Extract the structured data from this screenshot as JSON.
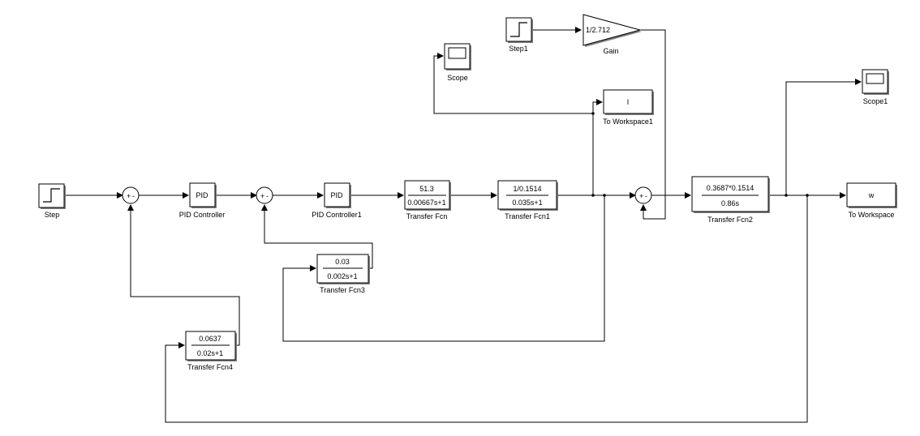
{
  "blocks": {
    "step": {
      "label": "Step"
    },
    "step1": {
      "label": "Step1"
    },
    "gain": {
      "label": "Gain",
      "value": "1/2.712"
    },
    "scope": {
      "label": "Scope"
    },
    "scope1": {
      "label": "Scope1"
    },
    "to_workspace1": {
      "label": "To Workspace1",
      "variable": "I"
    },
    "to_workspace": {
      "label": "To Workspace",
      "variable": "w"
    },
    "pid_controller": {
      "label": "PID Controller",
      "text": "PID"
    },
    "pid_controller1": {
      "label": "PID Controller1",
      "text": "PID"
    },
    "transfer_fcn": {
      "label": "Transfer Fcn",
      "num": "51.3",
      "den": "0.00667s+1"
    },
    "transfer_fcn1": {
      "label": "Transfer Fcn1",
      "num": "1/0.1514",
      "den": "0.035s+1"
    },
    "transfer_fcn2": {
      "label": "Transfer Fcn2",
      "num": "0.3687*0.1514",
      "den": "0.86s"
    },
    "transfer_fcn3": {
      "label": "Transfer Fcn3",
      "num": "0.03",
      "den": "0.002s+1"
    },
    "transfer_fcn4": {
      "label": "Transfer Fcn4",
      "num": "0.0637",
      "den": "0.02s+1"
    }
  },
  "sums": {
    "sum1": {
      "plus": "+",
      "minus": "-"
    },
    "sum2": {
      "plus": "+",
      "minus": "-"
    },
    "sum3": {
      "plus": "+",
      "minus": "-"
    }
  }
}
